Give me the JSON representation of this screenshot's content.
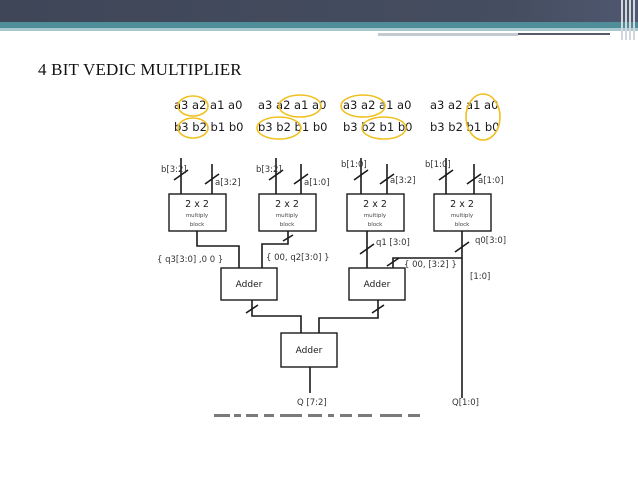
{
  "slide": {
    "title": "4 BIT VEDIC MULTIPLIER"
  },
  "colors": {
    "header_dark": "#3e4658",
    "accent_teal": "#4f8d98",
    "highlight_circle": "#f0c020",
    "diagram_ink": "#1a1a1a"
  },
  "diagram": {
    "operands": [
      {
        "a": "a3 a2 a1 a0",
        "b": "b3 b2 b1 b0"
      },
      {
        "a": "a3 a2 a1 a0",
        "b": "b3 b2 b1 b0"
      },
      {
        "a": "a3 a2 a1 a0",
        "b": "b3 b2 b1 b0"
      },
      {
        "a": "a3 a2 a1 a0",
        "b": "b3 b2 b1 b0"
      }
    ],
    "multipliers": [
      {
        "b_in": "b[3:2]",
        "a_in": "a[3:2]",
        "title": "2 x 2",
        "line1": "multiply",
        "line2": "block"
      },
      {
        "b_in": "b[3:2]",
        "a_in": "a[1:0]",
        "title": "2 x 2",
        "line1": "multiply",
        "line2": "block"
      },
      {
        "b_in": "b[1:0]",
        "a_in": "a[3:2]",
        "title": "2 x 2",
        "line1": "multiply",
        "line2": "block"
      },
      {
        "b_in": "b[1:0]",
        "a_in": "a[1:0]",
        "title": "2 x 2",
        "line1": "multiply",
        "line2": "block"
      }
    ],
    "signals": {
      "q3": "{ q3[3:0] ,0 0 }",
      "q2": "{ 00, q2[3:0] }",
      "q1": "q1 [3:0]",
      "q0_high": "{ 00, [3:2] }",
      "q0": "q0[3:0]",
      "q0_low": "[1:0]",
      "out_high": "Q [7:2]",
      "out_low": "Q[1:0]"
    },
    "adders": [
      "Adder",
      "Adder",
      "Adder"
    ]
  }
}
